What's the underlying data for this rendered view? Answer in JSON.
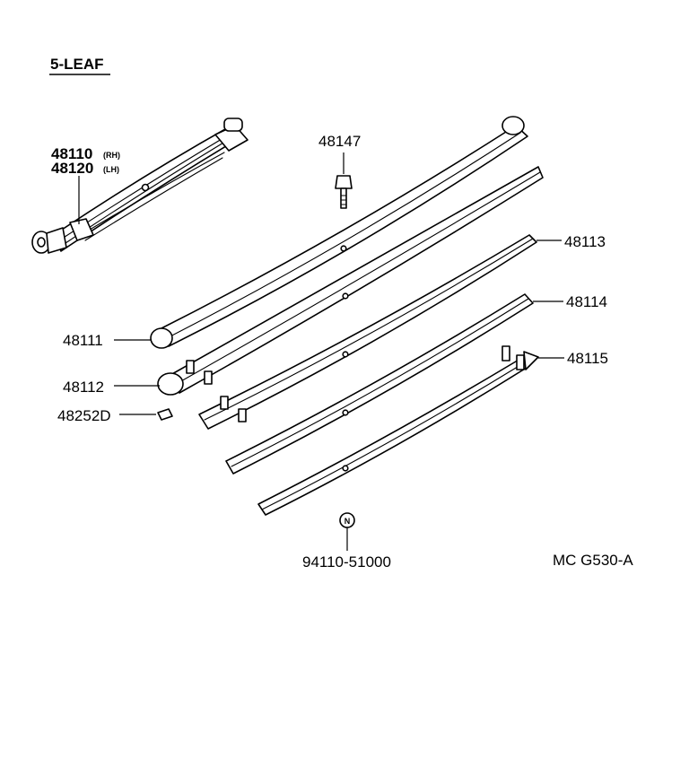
{
  "title": "5-LEAF",
  "labels": {
    "assembly_rh_part": "48110",
    "assembly_rh_side": "(RH)",
    "assembly_lh_part": "48120",
    "assembly_lh_side": "(LH)",
    "bolt": "48147",
    "leaf_1": "48111",
    "leaf_2": "48112",
    "leaf_3": "48113",
    "leaf_4": "48114",
    "leaf_5": "48115",
    "clip": "48252D",
    "rivet_symbol": "N",
    "rivet": "94110-51000"
  },
  "diagram_code": "MC G530-A"
}
